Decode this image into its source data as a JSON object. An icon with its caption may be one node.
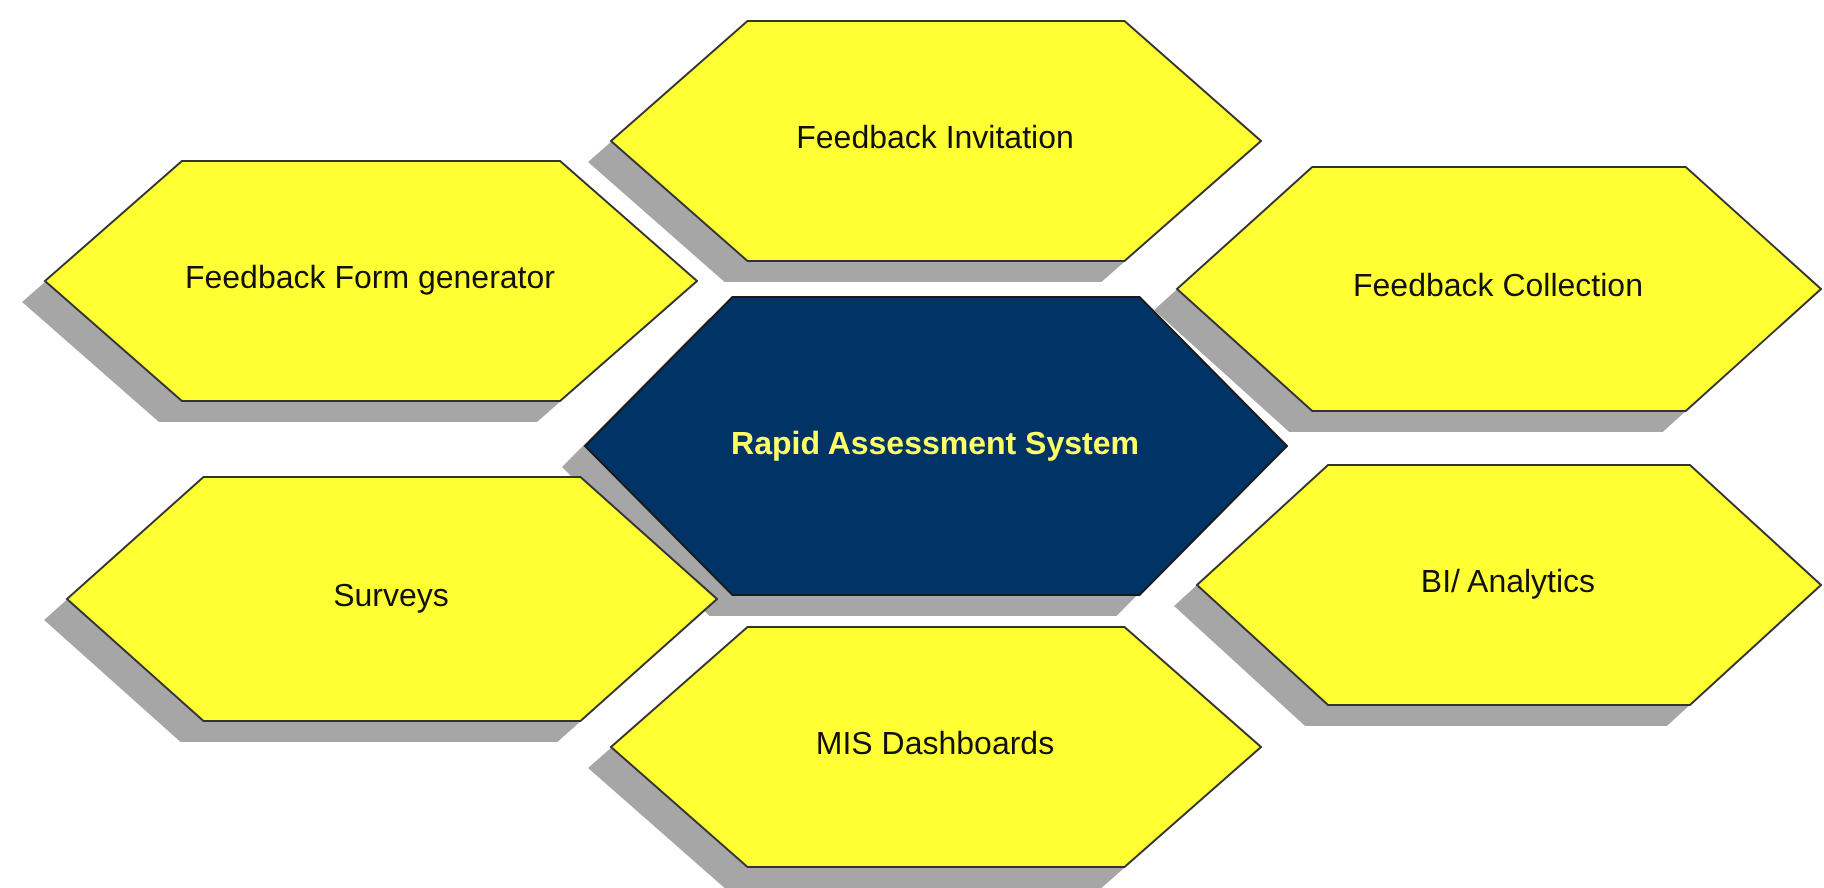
{
  "diagram": {
    "nodes": [
      {
        "text": [
          "Feedback Invitation"
        ]
      },
      {
        "text": [
          "Feedback Form generator"
        ]
      },
      {
        "text": [
          "Feedback Collection"
        ]
      },
      {
        "text": [
          "Rapid Assessment System"
        ]
      },
      {
        "text": [
          "Surveys"
        ]
      },
      {
        "text": [
          "BI/ Analytics"
        ]
      },
      {
        "text": [
          "MIS Dashboards"
        ]
      }
    ]
  }
}
